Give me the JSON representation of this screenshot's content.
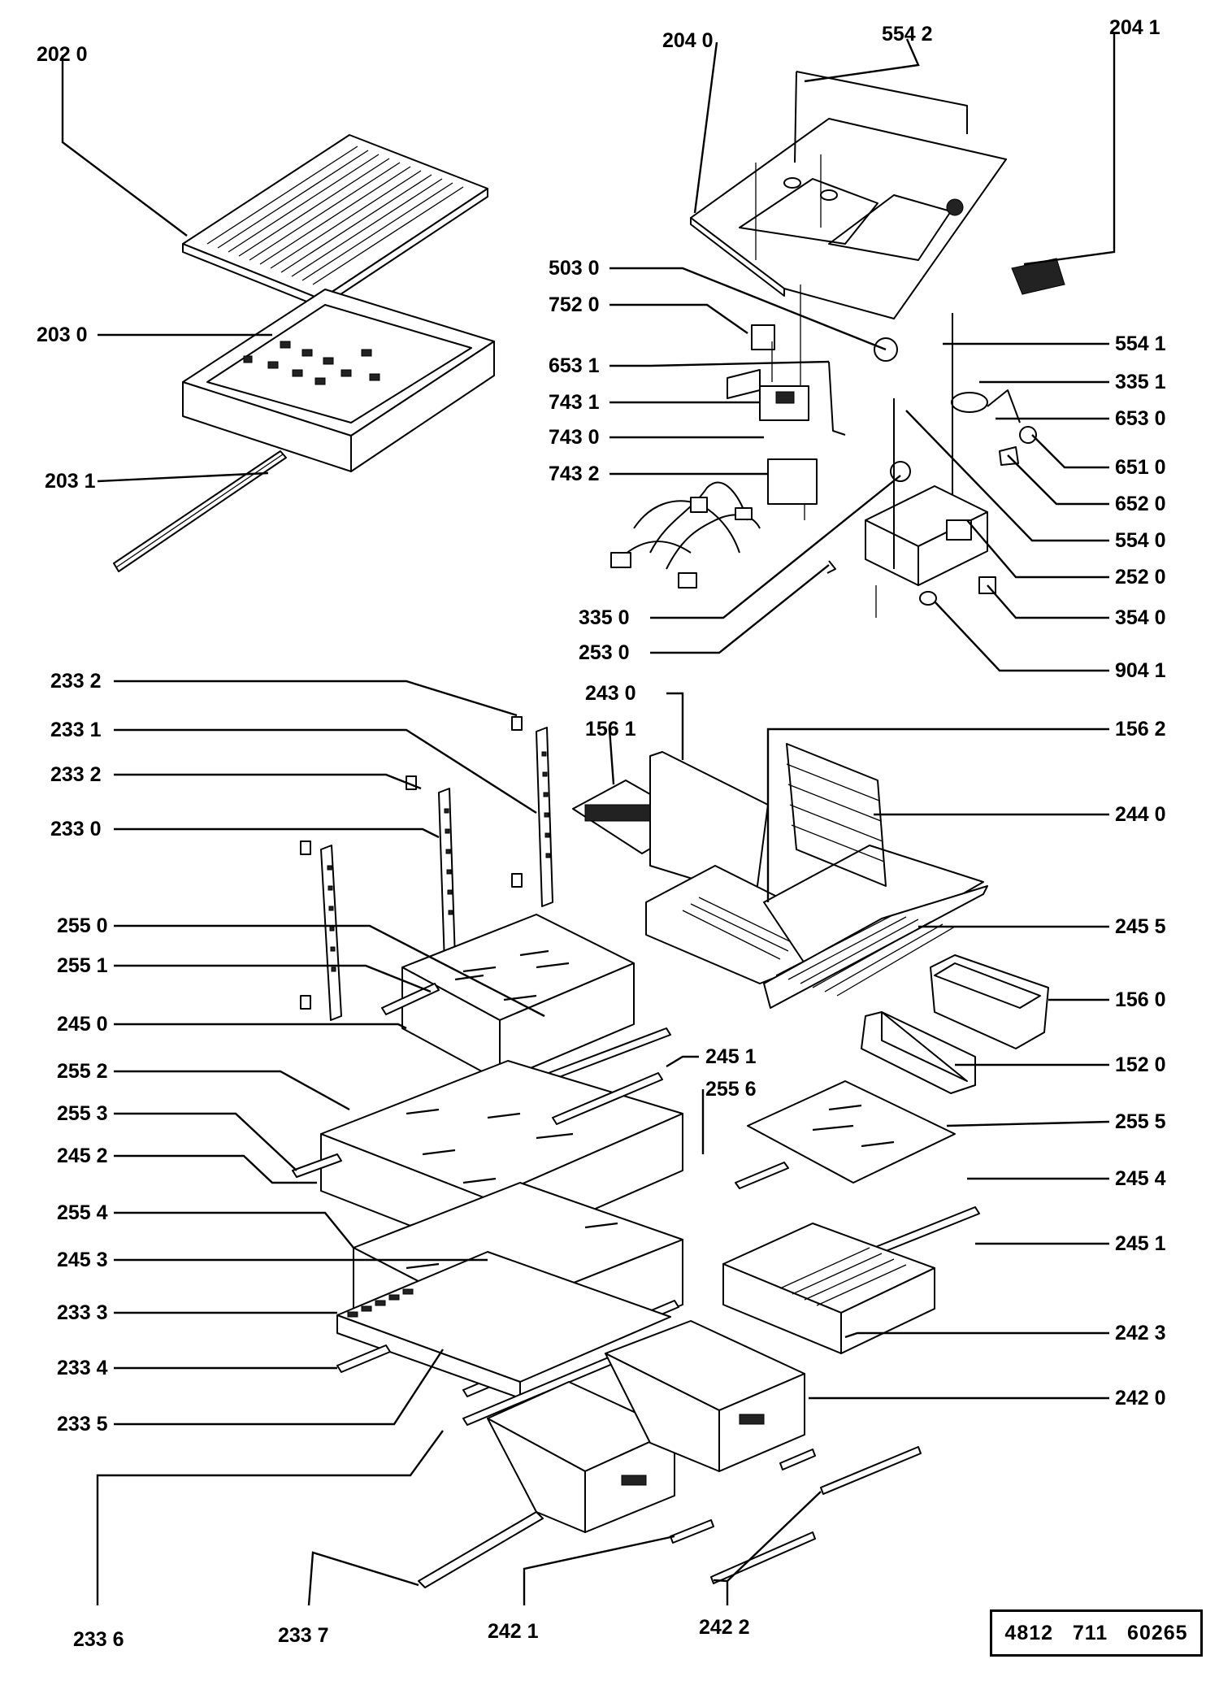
{
  "labels": {
    "l2020": "202 0",
    "l2030": "203 0",
    "l2031": "203 1",
    "l2040": "204 0",
    "l5542": "554  2",
    "l2041": "204 1",
    "l5030": "503 0",
    "l7520": "752 0",
    "l6531": "653 1",
    "l7431": "743 1",
    "l7430": "743 0",
    "l7432": "743 2",
    "l5541": "554 1",
    "l3351": "335 1",
    "l6530": "653 0",
    "l6510": "651 0",
    "l6520": "652 0",
    "l5540": "554 0",
    "l2520": "252 0",
    "l3540": "354 0",
    "l9041": "904 1",
    "l3350": "335 0",
    "l2530": "253 0",
    "l2332a": "233 2",
    "l2331": "233 1",
    "l2332b": "233 2",
    "l2330": "233 0",
    "l2550": "255 0",
    "l2551": "255 1",
    "l2450": "245 0",
    "l2430": "243 0",
    "l1561": "156 1",
    "l1562": "156  2",
    "l2440": "244 0",
    "l2455": "245 5",
    "l1560": "156 0",
    "l1520": "152 0",
    "l2451a": "245 1",
    "l2556": "255 6",
    "l2555": "255 5",
    "l2552": "255 2",
    "l2553": "255 3",
    "l2452": "245 2",
    "l2454": "245 4",
    "l2554": "255 4",
    "l2453": "245 3",
    "l2451b": "245 1",
    "l2333": "233 3",
    "l2423": "242 3",
    "l2334": "233 4",
    "l2420": "242 0",
    "l2335": "233 5",
    "l2336": "233 6",
    "l2337": "233  7",
    "l2421": "242  1",
    "l2422": "242  2"
  },
  "doc_number": "4812   711   60265"
}
